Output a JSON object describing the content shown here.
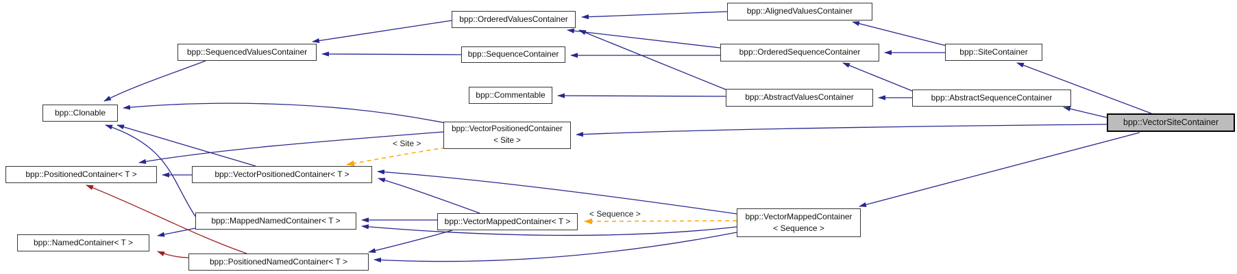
{
  "diagram": {
    "kind": "doxygen-inheritance-graph",
    "focus_class": "bpp::VectorSiteContainer",
    "colors": {
      "public_inheritance": "#28288f",
      "private_inheritance": "#9c2020",
      "template_instantiation": "#ffa500",
      "node_border": "#353535",
      "node_fill": "#ffffff",
      "highlight_fill": "#bcbcbc",
      "text": "#101010"
    },
    "nodes": [
      {
        "id": "clonable",
        "label": "bpp::Clonable"
      },
      {
        "id": "positioned-container",
        "label": "bpp::PositionedContainer< T >"
      },
      {
        "id": "named-container",
        "label": "bpp::NamedContainer< T >"
      },
      {
        "id": "sequenced-values",
        "label": "bpp::SequencedValuesContainer"
      },
      {
        "id": "ordered-values",
        "label": "bpp::OrderedValuesContainer"
      },
      {
        "id": "sequence-container",
        "label": "bpp::SequenceContainer"
      },
      {
        "id": "commentable",
        "label": "bpp::Commentable"
      },
      {
        "id": "vector-positioned-site",
        "label": "bpp::VectorPositionedContainer",
        "label2": "< Site >"
      },
      {
        "id": "vector-positioned-t",
        "label": "bpp::VectorPositionedContainer< T >"
      },
      {
        "id": "mapped-named",
        "label": "bpp::MappedNamedContainer< T >"
      },
      {
        "id": "positioned-named",
        "label": "bpp::PositionedNamedContainer< T >"
      },
      {
        "id": "vector-mapped-t",
        "label": "bpp::VectorMappedContainer< T >"
      },
      {
        "id": "vector-mapped-sequence",
        "label": "bpp::VectorMappedContainer",
        "label2": "< Sequence >"
      },
      {
        "id": "aligned-values",
        "label": "bpp::AlignedValuesContainer"
      },
      {
        "id": "ordered-sequence",
        "label": "bpp::OrderedSequenceContainer"
      },
      {
        "id": "abstract-values",
        "label": "bpp::AbstractValuesContainer"
      },
      {
        "id": "site-container",
        "label": "bpp::SiteContainer"
      },
      {
        "id": "abstract-sequence",
        "label": "bpp::AbstractSequenceContainer"
      },
      {
        "id": "vector-site",
        "label": "bpp::VectorSiteContainer",
        "highlighted": true
      }
    ],
    "edge_labels": {
      "site": "< Site >",
      "sequence": "< Sequence >"
    },
    "edges": [
      {
        "from": "aligned-values",
        "to": "ordered-values",
        "type": "public"
      },
      {
        "from": "ordered-values",
        "to": "sequenced-values",
        "type": "public"
      },
      {
        "from": "sequence-container",
        "to": "sequenced-values",
        "type": "public"
      },
      {
        "from": "sequenced-values",
        "to": "clonable",
        "type": "public"
      },
      {
        "from": "ordered-sequence",
        "to": "ordered-values",
        "type": "public"
      },
      {
        "from": "ordered-sequence",
        "to": "sequence-container",
        "type": "public"
      },
      {
        "from": "site-container",
        "to": "aligned-values",
        "type": "public"
      },
      {
        "from": "site-container",
        "to": "ordered-sequence",
        "type": "public"
      },
      {
        "from": "abstract-values",
        "to": "ordered-values",
        "type": "public"
      },
      {
        "from": "abstract-values",
        "to": "commentable",
        "type": "public"
      },
      {
        "from": "abstract-sequence",
        "to": "abstract-values",
        "type": "public"
      },
      {
        "from": "abstract-sequence",
        "to": "ordered-sequence",
        "type": "public"
      },
      {
        "from": "vector-site",
        "to": "site-container",
        "type": "public"
      },
      {
        "from": "vector-site",
        "to": "abstract-sequence",
        "type": "public"
      },
      {
        "from": "vector-site",
        "to": "vector-positioned-site",
        "type": "public"
      },
      {
        "from": "vector-site",
        "to": "vector-mapped-sequence",
        "type": "public"
      },
      {
        "from": "vector-positioned-site",
        "to": "clonable",
        "type": "public"
      },
      {
        "from": "vector-positioned-site",
        "to": "positioned-container",
        "type": "public"
      },
      {
        "from": "vector-positioned-t",
        "to": "positioned-container",
        "type": "public"
      },
      {
        "from": "vector-positioned-t",
        "to": "clonable",
        "type": "public"
      },
      {
        "from": "mapped-named",
        "to": "clonable",
        "type": "public"
      },
      {
        "from": "mapped-named",
        "to": "named-container",
        "type": "public"
      },
      {
        "from": "vector-mapped-t",
        "to": "vector-positioned-t",
        "type": "public"
      },
      {
        "from": "vector-mapped-t",
        "to": "mapped-named",
        "type": "public"
      },
      {
        "from": "vector-mapped-t",
        "to": "positioned-named",
        "type": "public"
      },
      {
        "from": "vector-mapped-sequence",
        "to": "vector-positioned-t",
        "type": "public"
      },
      {
        "from": "vector-mapped-sequence",
        "to": "mapped-named",
        "type": "public"
      },
      {
        "from": "vector-mapped-sequence",
        "to": "positioned-named",
        "type": "public"
      },
      {
        "from": "positioned-named",
        "to": "positioned-container",
        "type": "private"
      },
      {
        "from": "positioned-named",
        "to": "named-container",
        "type": "private"
      },
      {
        "from": "vector-positioned-site",
        "to": "vector-positioned-t",
        "type": "template-instantiation",
        "label": "< Site >"
      },
      {
        "from": "vector-mapped-sequence",
        "to": "vector-mapped-t",
        "type": "template-instantiation",
        "label": "< Sequence >"
      }
    ]
  }
}
